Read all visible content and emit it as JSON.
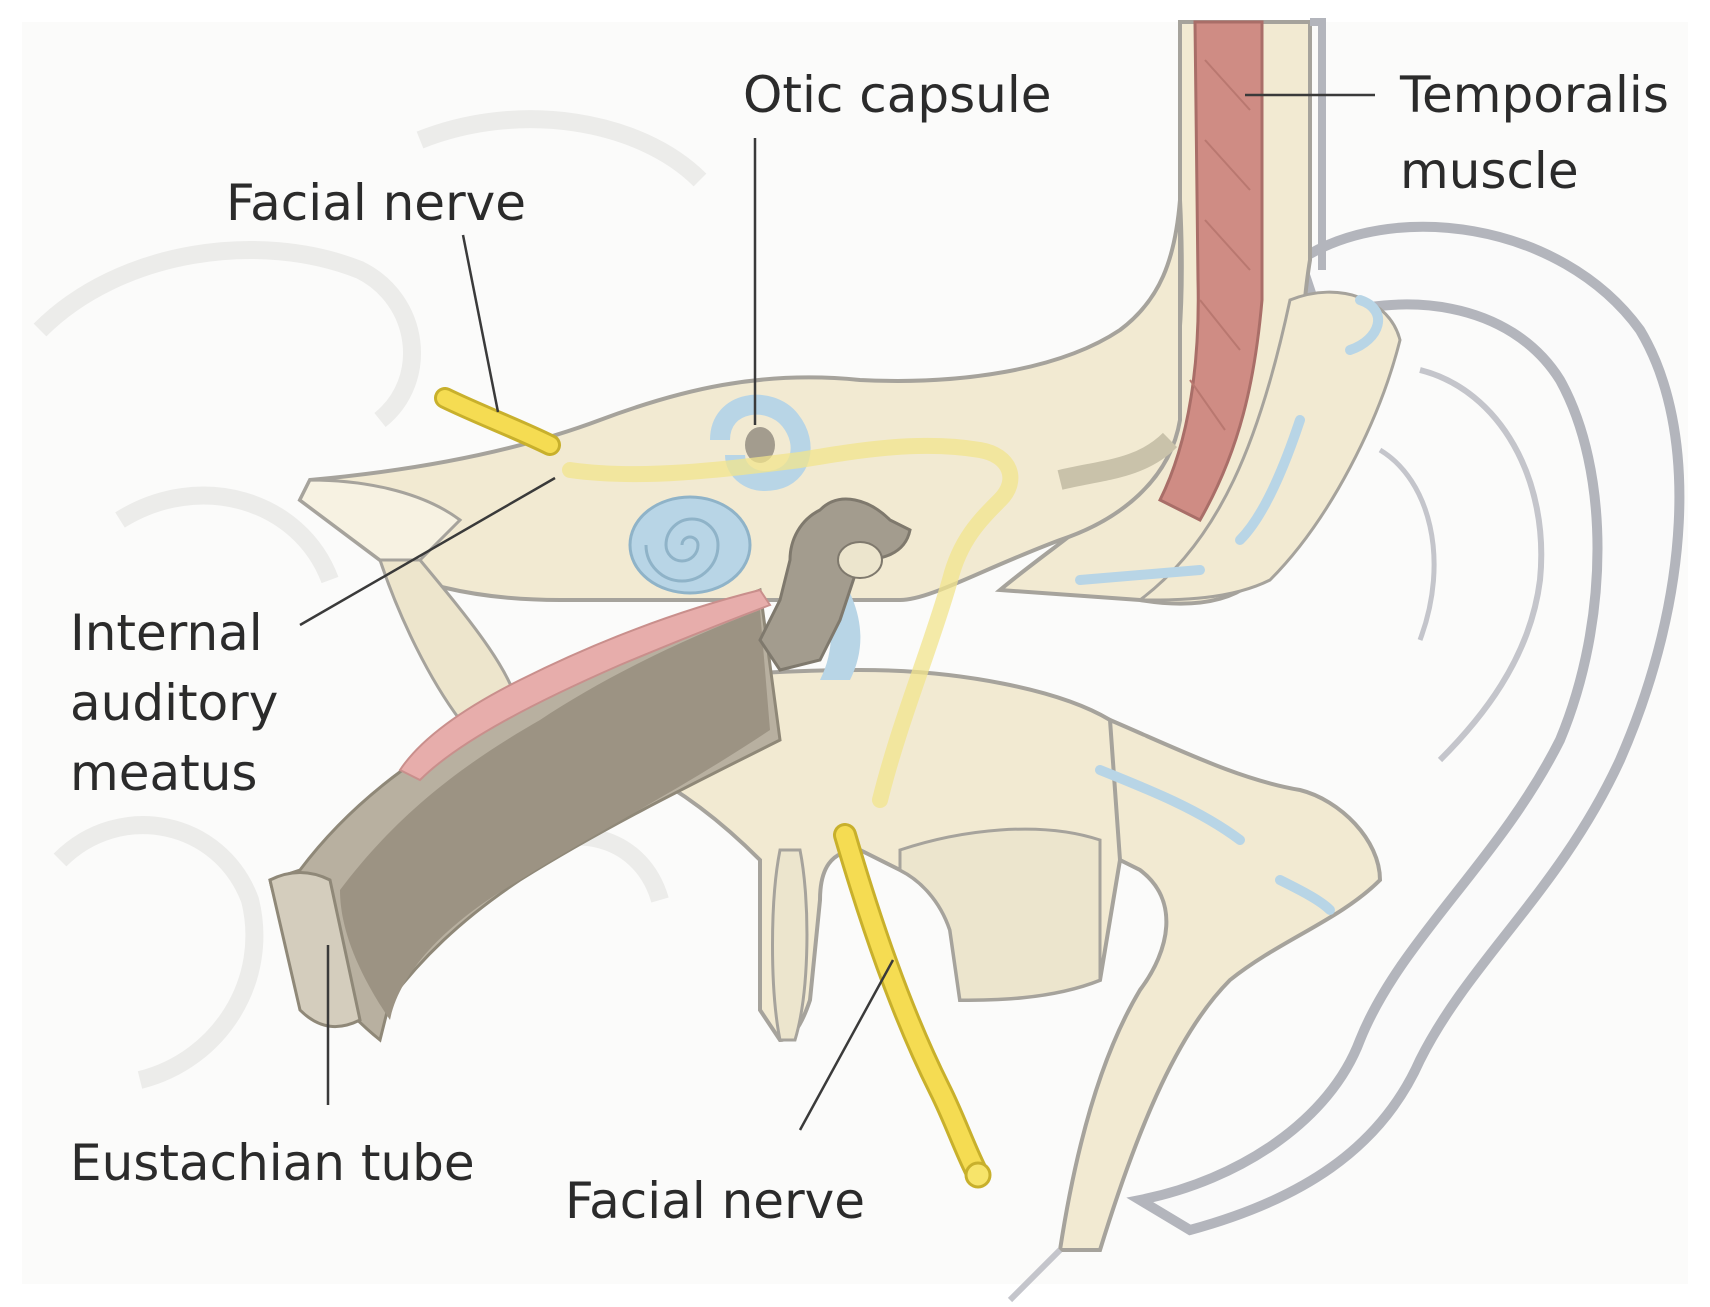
{
  "labels": {
    "otic_capsule": "Otic capsule",
    "temporalis_line1": "Temporalis",
    "temporalis_line2": "muscle",
    "facial_nerve_top": "Facial nerve",
    "internal_line1": "Internal",
    "internal_line2": "auditory",
    "internal_line3": "meatus",
    "eustachian_tube": "Eustachian tube",
    "facial_nerve_bottom": "Facial nerve"
  },
  "colors": {
    "bone": "#f2ead2",
    "bone_shadow": "#e3dcc4",
    "outline": "#a6a39c",
    "skin_outline": "#b3b5bc",
    "nerve": "#f5dc52",
    "nerve_outline": "#c8b02c",
    "muscle": "#cf8c84",
    "otic": "#b8d5e6",
    "ossicle": "#a39c8e",
    "tube": "#b8b0a0",
    "tube_dark": "#9c9383",
    "pink": "#e7adab",
    "background_sketch": "#efefec"
  }
}
